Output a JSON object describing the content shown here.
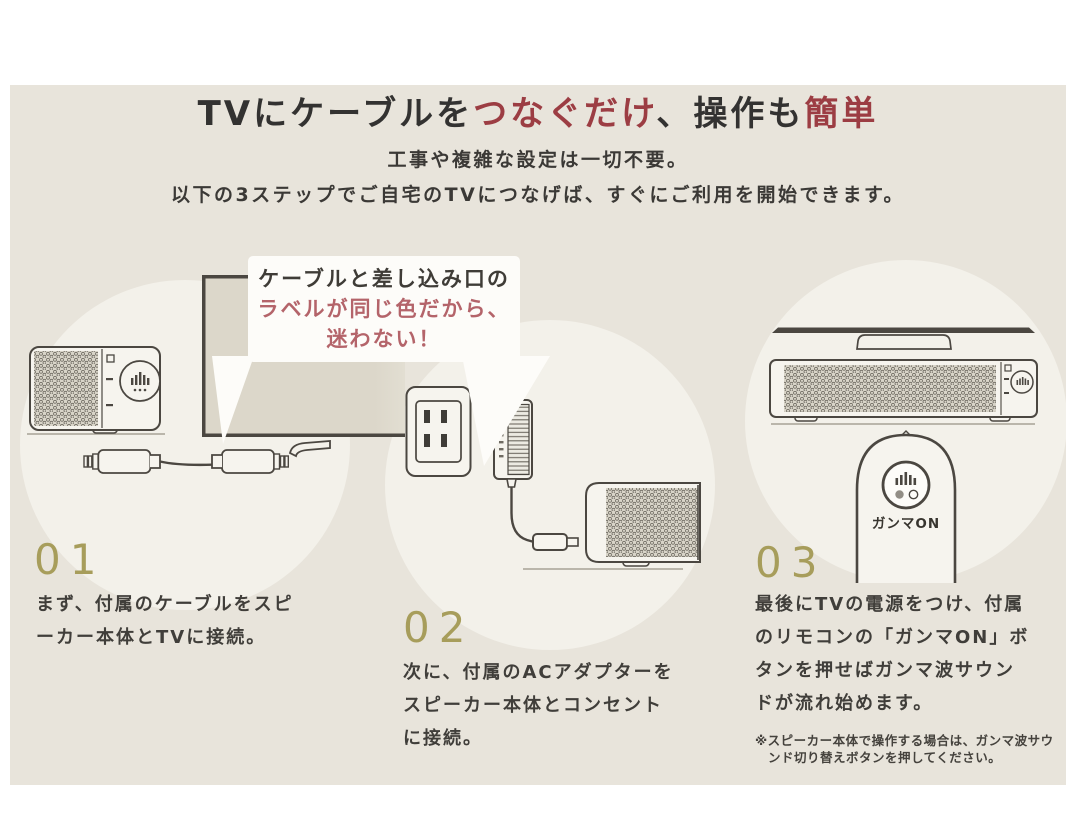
{
  "header": {
    "title_parts": [
      {
        "text": "TVにケーブルを",
        "color": "#333231"
      },
      {
        "text": "つなぐだけ",
        "color": "#9c3d43"
      },
      {
        "text": "、操作も",
        "color": "#333231"
      },
      {
        "text": "簡単",
        "color": "#9c3d43"
      }
    ],
    "subtitle_line1": "工事や複雑な設定は一切不要。",
    "subtitle_line2": "以下の3ステップでご自宅のTVにつなげば、すぐにご利用を開始できます。"
  },
  "speech_bubble": {
    "line1": "ケーブルと差し込み口の",
    "line2": "ラベルが同じ色だから、",
    "line3": "迷わない！",
    "accent_color": "#b4646a"
  },
  "steps": [
    {
      "number": "01",
      "text": "まず、付属のケーブルをスピ\nーカー本体とTVに接続。"
    },
    {
      "number": "02",
      "text": "次に、付属のACアダプターを\nスピーカー本体とコンセント\nに接続。"
    },
    {
      "number": "03",
      "text": "最後にTVの電源をつけ、付属\nのリモコンの「ガンマON」ボ\nタンを押せばガンマ波サウン\nドが流れ始めます。",
      "note": "※スピーカー本体で操作する場合は、ガンマ波サウ\n　ンド切り替えボタンを押してください。"
    }
  ],
  "illustrations": {
    "step1_items": [
      "speaker",
      "tv",
      "audio-cable"
    ],
    "step2_items": [
      "wall-outlet",
      "ac-adapter",
      "dc-plug",
      "speaker"
    ],
    "step3_items": [
      "tv-bottom",
      "soundbar-speaker",
      "remote-control"
    ],
    "remote_button_label": "ガンマON"
  },
  "colors": {
    "panel_bg": "#e8e4db",
    "circle_bg": "#f3f1ea",
    "number_olive": "#a79d5b",
    "title_red": "#9c3d43",
    "line_art": "#4b4741"
  }
}
